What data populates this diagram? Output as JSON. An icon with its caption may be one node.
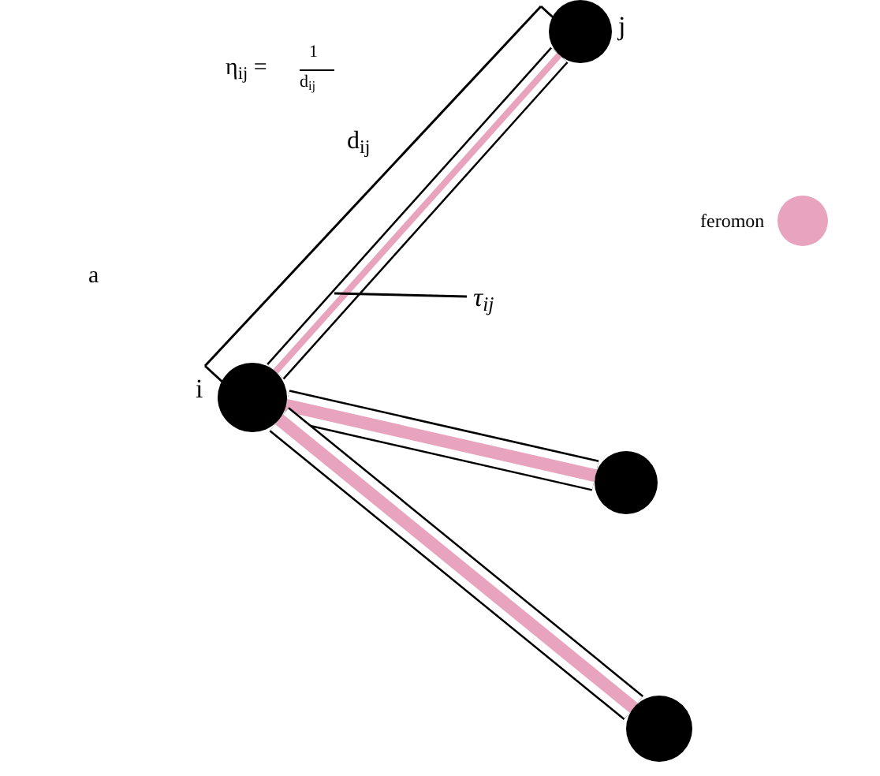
{
  "diagram": {
    "nodes": [
      {
        "text": [],
        "shape": "circle",
        "beside": [
          "i"
        ]
      },
      {
        "text": [],
        "shape": "circle",
        "beside": [
          "j"
        ]
      },
      {
        "text": [],
        "shape": "circle"
      },
      {
        "text": [],
        "shape": "circle"
      },
      {
        "text": [
          "τ$_{ij}$"
        ]
      }
    ],
    "edges": [
      {
        "from": 0,
        "to": 1,
        "arrow": "none"
      },
      {
        "from": 0,
        "to": 2,
        "arrow": "none"
      },
      {
        "from": 0,
        "to": 3,
        "arrow": "none"
      },
      {
        "from": 4,
        "to": null,
        "arrow": "none"
      }
    ],
    "labels": [
      "η$_{ij}$ =",
      "1",
      "d$_{ij}$",
      "d$_{ij}$",
      "a"
    ],
    "legend": [
      {
        "text": "feromon",
        "color": "#e8a4be"
      }
    ]
  }
}
